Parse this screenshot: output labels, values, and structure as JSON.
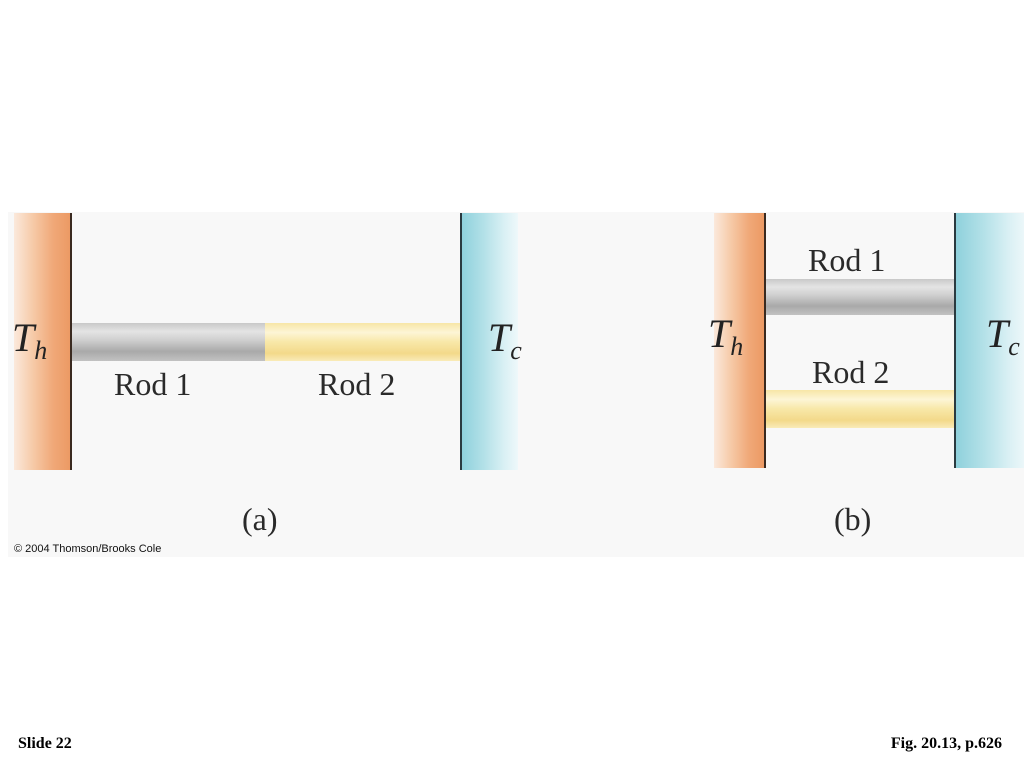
{
  "panel_a": {
    "hot_symbol": "T",
    "hot_subscript": "h",
    "cold_symbol": "T",
    "cold_subscript": "c",
    "rod1_label": "Rod 1",
    "rod2_label": "Rod 2",
    "caption": "(a)"
  },
  "panel_b": {
    "hot_symbol": "T",
    "hot_subscript": "h",
    "cold_symbol": "T",
    "cold_subscript": "c",
    "rod1_label": "Rod 1",
    "rod2_label": "Rod 2",
    "caption": "(b)"
  },
  "copyright": "© 2004 Thomson/Brooks Cole",
  "footer": {
    "slide": "Slide 22",
    "reference": "Fig. 20.13, p.626"
  }
}
